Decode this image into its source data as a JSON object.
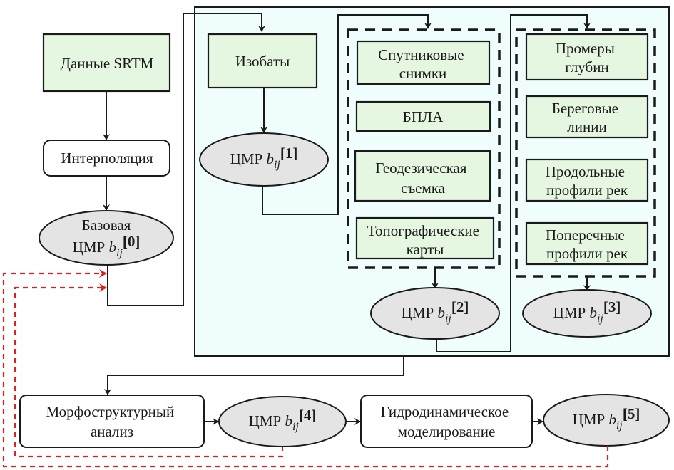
{
  "diagram": {
    "colors": {
      "data_source_fill": "#e6f7e1",
      "process_fill": "#ffffff",
      "dem_fill": "#e4e4e4",
      "panel_fill": "#f0fdfd",
      "feedback_arrow": "#e02020",
      "stroke": "#1a1a1a"
    },
    "nodes": {
      "srtm": {
        "lines": [
          "Данные SRTM"
        ]
      },
      "interpolation": {
        "lines": [
          "Интерполяция"
        ]
      },
      "dem0": {
        "prefix": "Базовая",
        "label": "ЦМР",
        "var": "b",
        "sub": "ij",
        "index": "[0]"
      },
      "isobaths": {
        "lines": [
          "Изобаты"
        ]
      },
      "dem1": {
        "label": "ЦМР",
        "var": "b",
        "sub": "ij",
        "index": "[1]"
      },
      "group2": [
        {
          "lines": [
            "Спутниковые",
            "снимки"
          ]
        },
        {
          "lines": [
            "БПЛА"
          ]
        },
        {
          "lines": [
            "Геодезическая",
            "съемка"
          ]
        },
        {
          "lines": [
            "Топографические",
            "карты"
          ]
        }
      ],
      "dem2": {
        "label": "ЦМР",
        "var": "b",
        "sub": "ij",
        "index": "[2]"
      },
      "group3": [
        {
          "lines": [
            "Промеры",
            "глубин"
          ]
        },
        {
          "lines": [
            "Береговые",
            "линии"
          ]
        },
        {
          "lines": [
            "Продольные",
            "профили рек"
          ]
        },
        {
          "lines": [
            "Поперечные",
            "профили рек"
          ]
        }
      ],
      "dem3": {
        "label": "ЦМР",
        "var": "b",
        "sub": "ij",
        "index": "[3]"
      },
      "morpho": {
        "lines": [
          "Морфоструктурный",
          "анализ"
        ]
      },
      "dem4": {
        "label": "ЦМР",
        "var": "b",
        "sub": "ij",
        "index": "[4]"
      },
      "hydro": {
        "lines": [
          "Гидродинамическое",
          "моделирование"
        ]
      },
      "dem5": {
        "label": "ЦМР",
        "var": "b",
        "sub": "ij",
        "index": "[5]"
      }
    }
  }
}
